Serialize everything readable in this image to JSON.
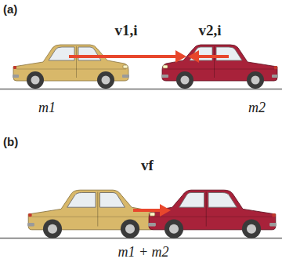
{
  "diagram": {
    "labels": [
      "(a)",
      "v1,i",
      "v2,i",
      "m1",
      "m2",
      "(b)",
      "vf",
      "m1 + m2"
    ]
  }
}
